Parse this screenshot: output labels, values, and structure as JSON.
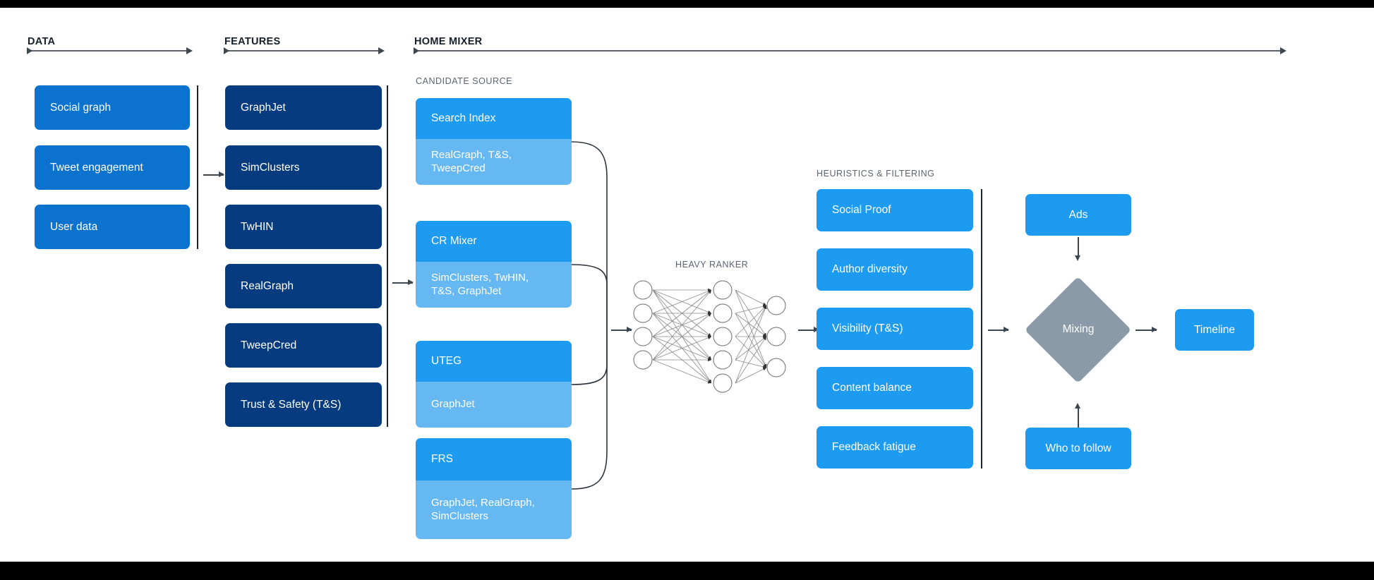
{
  "stages": [
    {
      "key": "data",
      "label": "DATA"
    },
    {
      "key": "features",
      "label": "FEATURES"
    },
    {
      "key": "home_mixer",
      "label": "HOME MIXER"
    }
  ],
  "sub_labels": {
    "candidate_source": "CANDIDATE SOURCE",
    "heavy_ranker": "HEAVY RANKER",
    "heuristics": "HEURISTICS & FILTERING"
  },
  "data_column": {
    "items": [
      {
        "label": "Social graph"
      },
      {
        "label": "Tweet engagement"
      },
      {
        "label": "User data"
      }
    ]
  },
  "features_column": {
    "items": [
      {
        "label": "GraphJet"
      },
      {
        "label": "SimClusters"
      },
      {
        "label": "TwHIN"
      },
      {
        "label": "RealGraph"
      },
      {
        "label": "TweepCred"
      },
      {
        "label": "Trust & Safety (T&S)"
      }
    ]
  },
  "candidate_sources": [
    {
      "title": "Search Index",
      "features": "RealGraph, T&S,\nTweepCred"
    },
    {
      "title": "CR Mixer",
      "features": "SimClusters, TwHIN,\nT&S, GraphJet"
    },
    {
      "title": "UTEG",
      "features": "GraphJet"
    },
    {
      "title": "FRS",
      "features": "GraphJet, RealGraph,\nSimClusters"
    }
  ],
  "heavy_ranker": {
    "label": "HEAVY RANKER",
    "layers": [
      4,
      5,
      3
    ]
  },
  "heuristics": {
    "items": [
      {
        "label": "Social Proof"
      },
      {
        "label": "Author diversity"
      },
      {
        "label": "Visibility (T&S)"
      },
      {
        "label": "Content balance"
      },
      {
        "label": "Feedback fatigue"
      }
    ]
  },
  "output_stage": {
    "ads": "Ads",
    "mixing": "Mixing",
    "who_to_follow": "Who to follow",
    "timeline": "Timeline"
  },
  "colors": {
    "data_blue": "#0b72ce",
    "features_navy": "#063b7f",
    "bright_blue": "#1d9bf0",
    "light_blue": "#66b8f3",
    "diamond_gray": "#8b9aa8",
    "rule_gray": "#5b6570",
    "sub_label_gray": "#5a6470",
    "background": "#ffffff",
    "letterbox": "#000000"
  }
}
